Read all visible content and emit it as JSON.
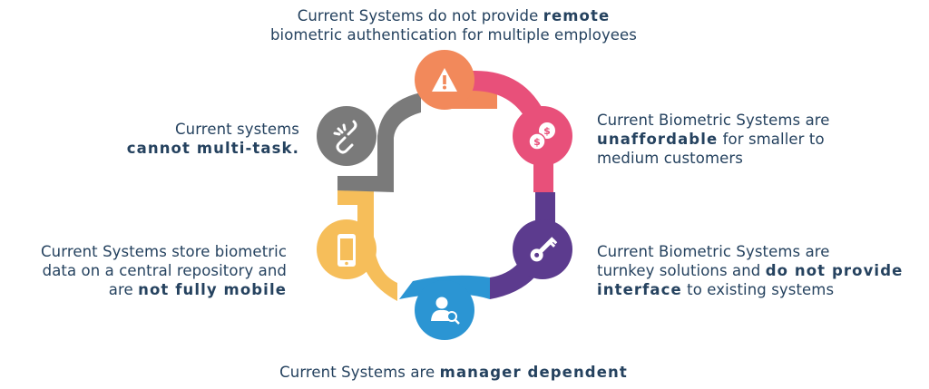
{
  "colors": {
    "text": "#25425f",
    "orange": "#f2895b",
    "pink": "#e8507a",
    "purple": "#5c3b8e",
    "blue": "#2b95d3",
    "yellow": "#f6be5a",
    "gray": "#7a7a7a"
  },
  "segments": [
    {
      "id": "top",
      "color_key": "orange",
      "icon": "warning-icon",
      "lines": [
        [
          "Current Systems do not provide ",
          "remote"
        ],
        [
          "biometric authentication for multiple employees",
          ""
        ]
      ]
    },
    {
      "id": "upper-right",
      "color_key": "pink",
      "icon": "coins-icon",
      "lines": [
        [
          "Current Biometric Systems are",
          ""
        ],
        [
          "",
          "unaffordable",
          " for smaller to"
        ],
        [
          "medium customers",
          ""
        ]
      ]
    },
    {
      "id": "lower-right",
      "color_key": "purple",
      "icon": "key-icon",
      "lines": [
        [
          "Current Biometric Systems are",
          ""
        ],
        [
          "turnkey solutions and ",
          "do not provide"
        ],
        [
          "",
          "interface",
          " to existing systems"
        ]
      ]
    },
    {
      "id": "bottom",
      "color_key": "blue",
      "icon": "user-search-icon",
      "lines": [
        [
          "Current Systems are ",
          "manager dependent"
        ]
      ]
    },
    {
      "id": "lower-left",
      "color_key": "yellow",
      "icon": "mobile-phone-icon",
      "lines": [
        [
          "Current Systems store biometric",
          ""
        ],
        [
          "data on a central repository and",
          ""
        ],
        [
          "are ",
          "not fully mobile"
        ]
      ]
    },
    {
      "id": "upper-left",
      "color_key": "gray",
      "icon": "broken-link-icon",
      "lines": [
        [
          "Current systems",
          ""
        ],
        [
          "",
          "cannot multi-task."
        ]
      ]
    }
  ]
}
